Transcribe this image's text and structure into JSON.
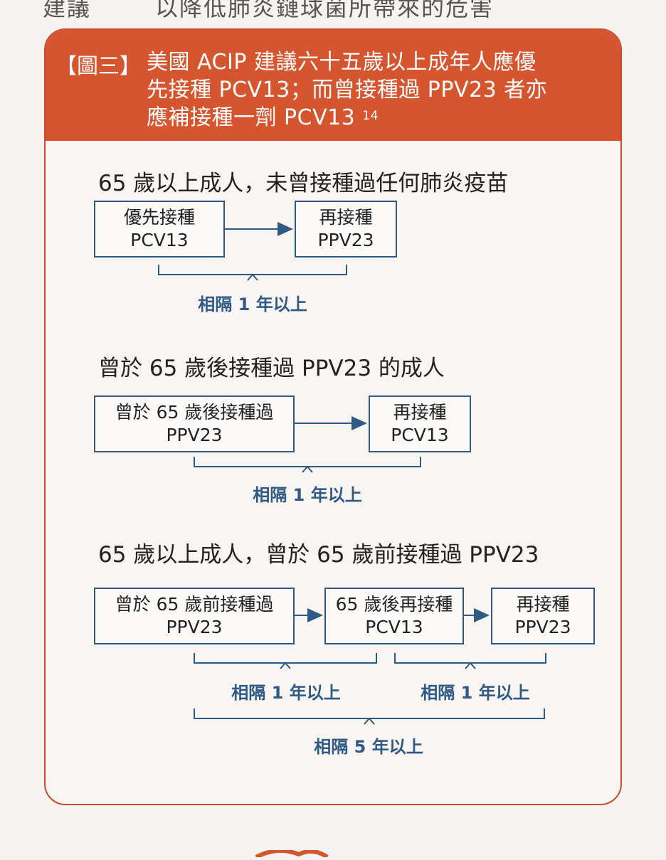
{
  "top_text": {
    "left": "建議",
    "right": "以降低肺炎鏈球菌所帶來的危害"
  },
  "figure": {
    "tag": "【圖三】",
    "title_lines": [
      "美國 ACIP 建議六十五歲以上成年人應優",
      "先接種 PCV13；而曾接種過 PPV23 者亦",
      "應補接種一劑 PCV13"
    ],
    "reference": "14"
  },
  "sections": [
    {
      "title": "65 歲以上成人，未曾接種過任何肺炎疫苗",
      "boxes": [
        {
          "line1": "優先接種",
          "line2": "PCV13"
        },
        {
          "line1": "再接種",
          "line2": "PPV23"
        }
      ],
      "intervals": [
        "相隔 1 年以上"
      ]
    },
    {
      "title": "曾於 65 歲後接種過 PPV23 的成人",
      "boxes": [
        {
          "line1": "曾於 65 歲後接種過",
          "line2": "PPV23"
        },
        {
          "line1": "再接種",
          "line2": "PCV13"
        }
      ],
      "intervals": [
        "相隔 1 年以上"
      ]
    },
    {
      "title": "65 歲以上成人，曾於 65 歲前接種過 PPV23",
      "boxes": [
        {
          "line1": "曾於 65 歲前接種過",
          "line2": "PPV23"
        },
        {
          "line1": "65 歲後再接種",
          "line2": "PCV13"
        },
        {
          "line1": "再接種",
          "line2": "PPV23"
        }
      ],
      "intervals": [
        "相隔 1 年以上",
        "相隔 1 年以上",
        "相隔 5 年以上"
      ]
    }
  ],
  "colors": {
    "header": "#d5552f",
    "border": "#c84a2c",
    "flow": "#2f5a85"
  }
}
